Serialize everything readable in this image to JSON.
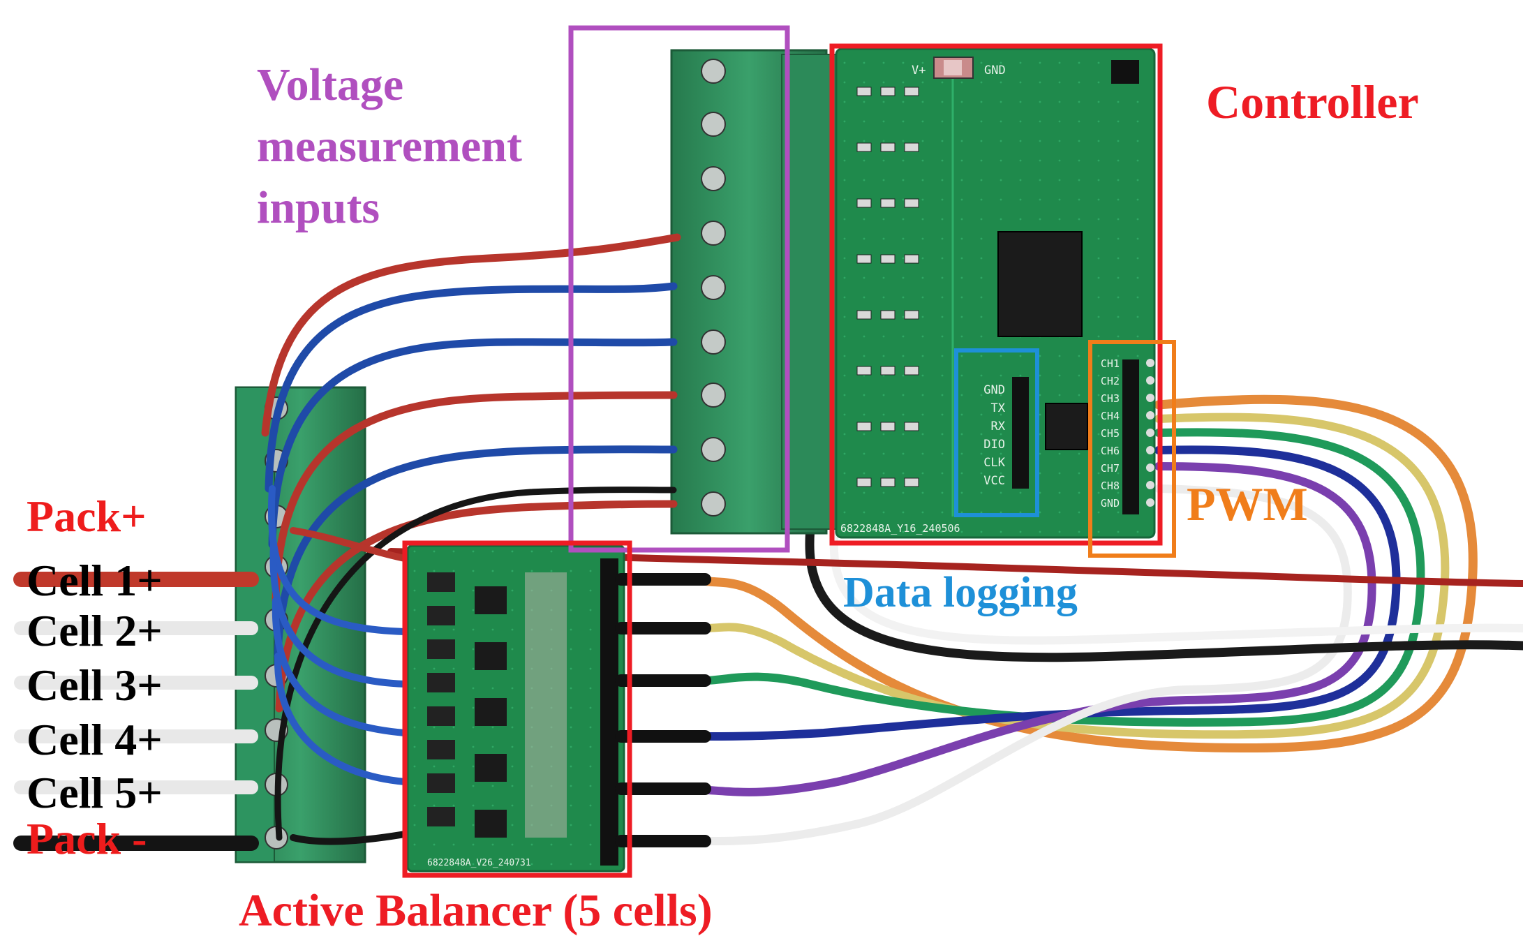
{
  "labels": {
    "voltage_measurement_inputs": "Voltage\nmeasurement\ninputs",
    "controller": "Controller",
    "pwm": "PWM",
    "data_logging": "Data logging",
    "active_balancer": "Active Balancer (5 cells)"
  },
  "side_labels": [
    {
      "text": "Pack+",
      "color": "#ee1c1c"
    },
    {
      "text": "Cell 1+",
      "color": "#000000"
    },
    {
      "text": "Cell 2+",
      "color": "#000000"
    },
    {
      "text": "Cell 3+",
      "color": "#000000"
    },
    {
      "text": "Cell 4+",
      "color": "#000000"
    },
    {
      "text": "Cell 5+",
      "color": "#000000"
    },
    {
      "text": "Pack -",
      "color": "#ee1c1c"
    }
  ],
  "silkscreen": {
    "controller_id": "6822848A_Y16_240506",
    "balancer_id": "6822848A_V26_240731",
    "power_pins": [
      "V+",
      "GND"
    ],
    "data_pins": [
      "GND",
      "TX",
      "RX",
      "DIO",
      "CLK",
      "VCC"
    ],
    "pwm_pins": [
      "CH1",
      "CH2",
      "CH3",
      "CH4",
      "CH5",
      "CH6",
      "CH7",
      "CH8",
      "GND"
    ]
  },
  "colors": {
    "voltage_box": "#b04fbf",
    "controller_box": "#ee1c24",
    "balancer_box": "#ee1c24",
    "datalog_box": "#1e90d8",
    "pwm_box": "#f07d1a",
    "voltage_label": "#b04fbf",
    "controller_label": "#ee1c24",
    "pwm_label": "#f07d1a",
    "datalog_label": "#1e90d8",
    "balancer_label": "#ee1c24",
    "pcb": "#1f8a4c",
    "terminal": "#2f8f5c"
  }
}
